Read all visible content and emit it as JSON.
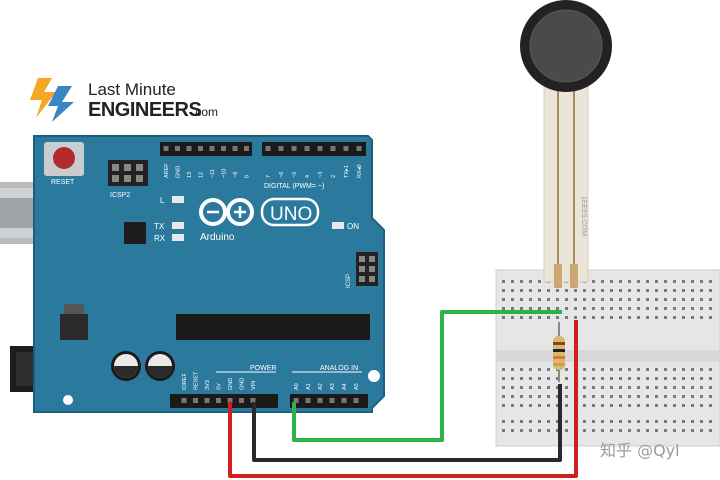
{
  "logo": {
    "line1": "Last Minute",
    "line2": "ENGINEERS",
    "line2_suffix": ".com",
    "bolt_colors": [
      "#f5a623",
      "#2d7fc1"
    ]
  },
  "arduino": {
    "board_color": "#2b7a9e",
    "reset_label": "RESET",
    "icsp2_label": "ICSP2",
    "icsp_label": "ICSP",
    "led_labels": {
      "l": "L",
      "tx": "TX",
      "rx": "RX",
      "on": "ON"
    },
    "brand": "Arduino",
    "model": "UNO",
    "digital_label": "DIGITAL (PWM= ~)",
    "top_pins_left": [
      "AREF",
      "GND",
      "13",
      "12",
      "~11",
      "~10",
      "~9",
      "8"
    ],
    "top_pins_right": [
      "7",
      "~6",
      "~5",
      "4",
      "~3",
      "2",
      "TX▸1",
      "RX◂0"
    ],
    "power_label": "POWER",
    "analog_label": "ANALOG IN",
    "power_pins": [
      "IOREF",
      "RESET",
      "3V3",
      "5V",
      "GND",
      "GND",
      "VIN"
    ],
    "analog_pins": [
      "A0",
      "A1",
      "A2",
      "A3",
      "A4",
      "A5"
    ]
  },
  "sensor": {
    "label": "1EEE5.COM"
  },
  "wires": {
    "red": "#d11f1f",
    "green": "#2db34a",
    "black": "#2a2a2a"
  },
  "watermark": "知乎 @Qyl"
}
